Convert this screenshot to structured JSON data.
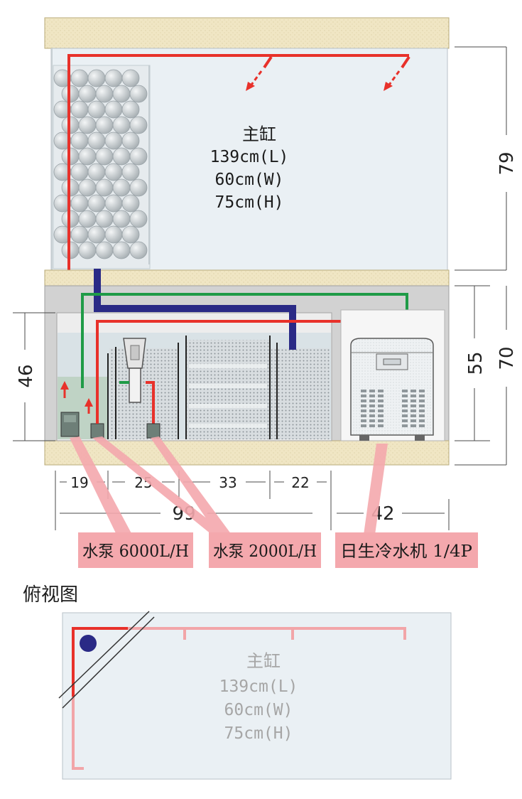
{
  "main_tank": {
    "title": "主缸",
    "length": "139cm(L)",
    "width": "60cm(W)",
    "height": "75cm(H)"
  },
  "dimensions": {
    "tank_height": "79",
    "sump_inner_height": "55",
    "cabinet_height": "70",
    "water_level": "46",
    "compartments": [
      "19",
      "25",
      "33",
      "22"
    ],
    "sump_length": "99",
    "chiller_section": "42"
  },
  "callouts": {
    "pump_large": "水泵  6000L/H",
    "pump_small": "水泵  2000L/H",
    "chiller": "日生冷水机  1/4P"
  },
  "top_view": {
    "heading": "俯视图",
    "title": "主缸",
    "length": "139cm(L)",
    "width": "60cm(W)",
    "height": "75cm(H)"
  },
  "colors": {
    "red_pipe": "#e8312a",
    "green_pipe": "#1f9b47",
    "blue_pipe": "#2a2a86",
    "callout_pink": "#f4a8ad",
    "wood": "#f0e6c4",
    "water": "#eaf0f4"
  }
}
